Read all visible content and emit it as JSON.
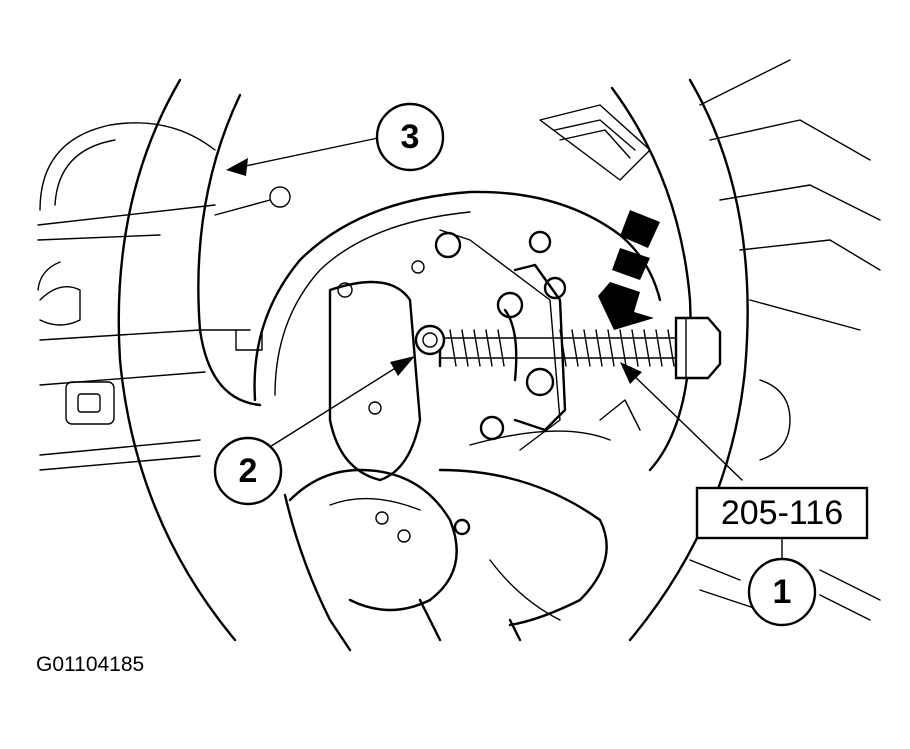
{
  "figure": {
    "figure_id": "G01104185",
    "tool_label": "205-116",
    "callouts": [
      "1",
      "2",
      "3"
    ]
  }
}
